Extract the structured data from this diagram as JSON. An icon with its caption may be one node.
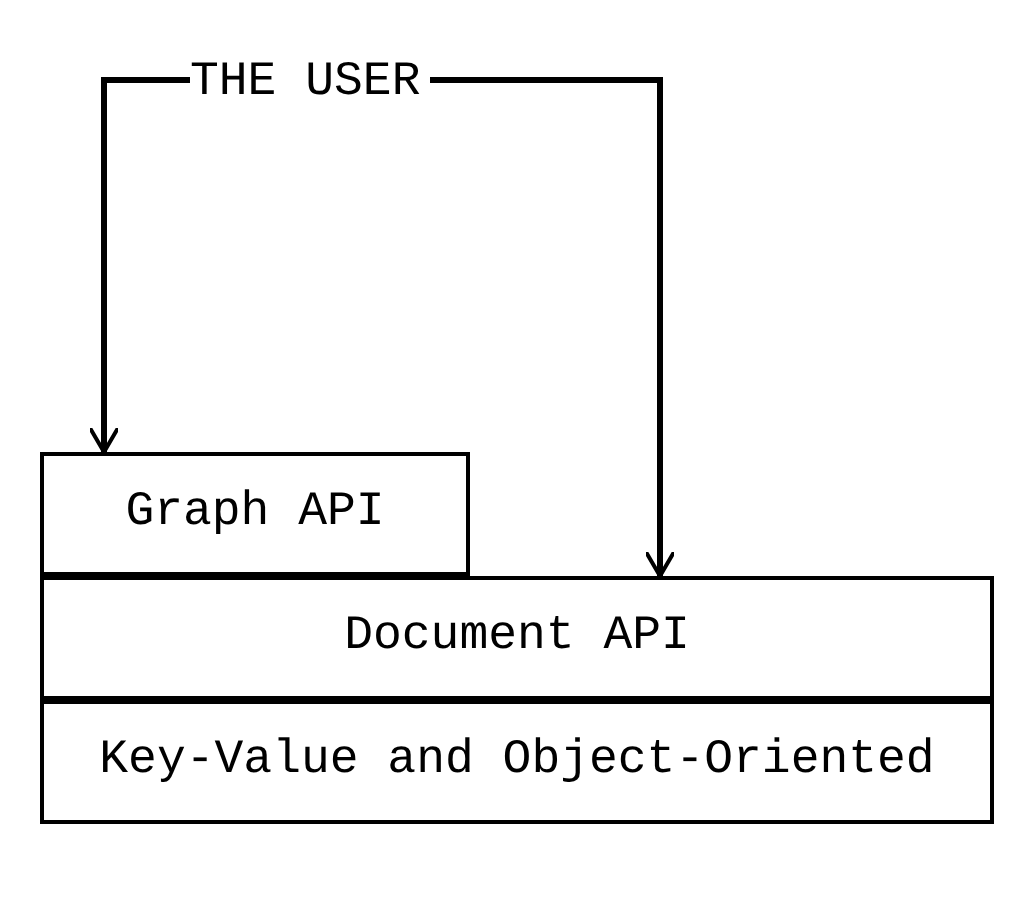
{
  "diagram": {
    "nodes": [
      {
        "text": [
          "THE USER"
        ]
      },
      {
        "text": [
          "Graph API"
        ]
      },
      {
        "text": [
          "Document API"
        ]
      },
      {
        "text": [
          "Key-Value and Object-Oriented"
        ]
      }
    ],
    "edges": [
      {
        "from": 0,
        "to": 1,
        "arrow": "to"
      },
      {
        "from": 0,
        "to": 2,
        "arrow": "to"
      }
    ]
  }
}
